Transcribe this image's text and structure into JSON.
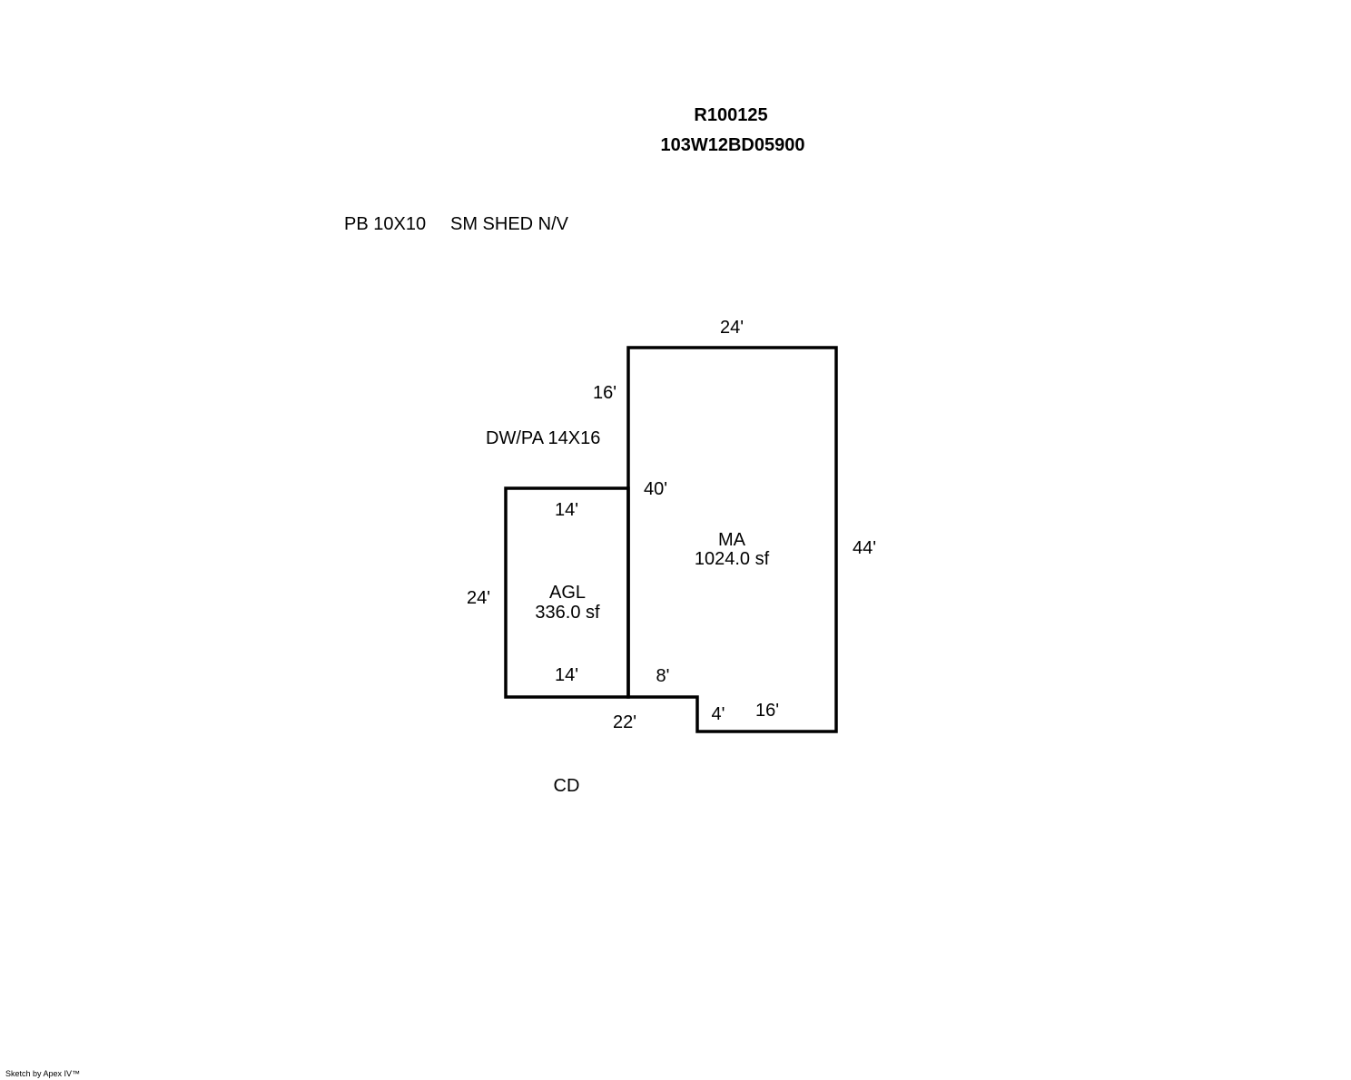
{
  "header": {
    "record_id": "R100125",
    "parcel_number": "103W12BD05900"
  },
  "notes": {
    "items": [
      "PB 10X10",
      "SM SHED N/V",
      "DW/PA 14X16",
      "CD"
    ]
  },
  "areas": {
    "main": {
      "code": "MA",
      "area": "1024.0 sf"
    },
    "garage": {
      "code": "AGL",
      "area": "336.0 sf"
    }
  },
  "dimensions": {
    "ma_top": "24'",
    "ma_left_upper": "16'",
    "ma_left_lower": "40'",
    "ma_right": "44'",
    "ma_bottom_step": "8'",
    "ma_notch_depth": "4'",
    "ma_bottom": "16'",
    "agl_top": "14'",
    "agl_left": "24'",
    "agl_bottom": "14'",
    "combined_bottom": "22'"
  },
  "footer": {
    "credit": "Sketch by Apex IV™"
  }
}
